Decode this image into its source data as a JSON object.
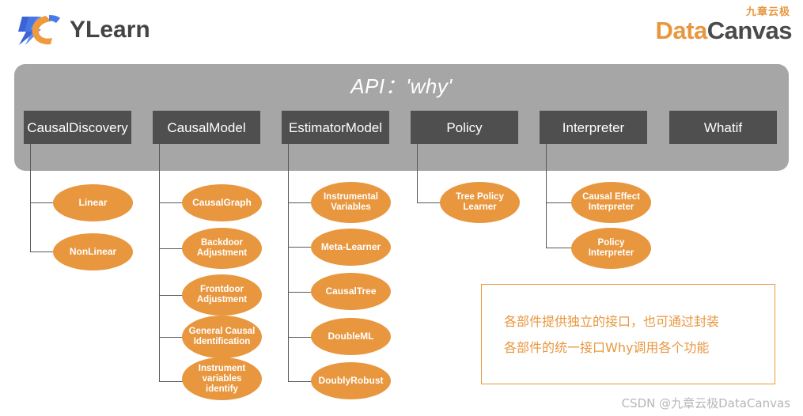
{
  "brand": {
    "ylearn_name": "YLearn",
    "ylearn_logo_icon": "ylearn-yc-mark-icon",
    "datacanvas_cn": "九章云极",
    "datacanvas_part1": "Data",
    "datacanvas_part2": "Canvas"
  },
  "api_panel": {
    "title": "API：'why'",
    "panel_color": "#a6a6a6"
  },
  "modules": [
    {
      "label": "CausalDiscovery",
      "box_color": "#4f4f4f"
    },
    {
      "label": "CausalModel",
      "box_color": "#4f4f4f"
    },
    {
      "label": "EstimatorModel",
      "box_color": "#4f4f4f"
    },
    {
      "label": "Policy",
      "box_color": "#4f4f4f"
    },
    {
      "label": "Interpreter",
      "box_color": "#4f4f4f"
    },
    {
      "label": "Whatif",
      "box_color": "#4f4f4f"
    }
  ],
  "nodes": {
    "accent_color": "#E8973F",
    "causal_discovery": [
      {
        "label": "Linear"
      },
      {
        "label": "NonLinear"
      }
    ],
    "causal_model": [
      {
        "label": "CausalGraph"
      },
      {
        "label": "Backdoor Adjustment"
      },
      {
        "label": "Frontdoor Adjustment"
      },
      {
        "label": "General Causal Identification"
      },
      {
        "label": "Instrument variables identify"
      }
    ],
    "estimator_model": [
      {
        "label": "Instrumental Variables"
      },
      {
        "label": "Meta-Learner"
      },
      {
        "label": "CausalTree"
      },
      {
        "label": "DoubleML"
      },
      {
        "label": "DoublyRobust"
      }
    ],
    "policy": [
      {
        "label": "Tree Policy Learner"
      }
    ],
    "interpreter": [
      {
        "label": "Causal Effect Interpreter"
      },
      {
        "label": "Policy Interpreter"
      }
    ],
    "whatif": []
  },
  "note": {
    "line1": "各部件提供独立的接口，也可通过封装",
    "line2": "各部件的统一接口Why调用各个功能",
    "border_color": "#E8973F"
  },
  "watermark": {
    "text": "CSDN @九章云极DataCanvas"
  }
}
